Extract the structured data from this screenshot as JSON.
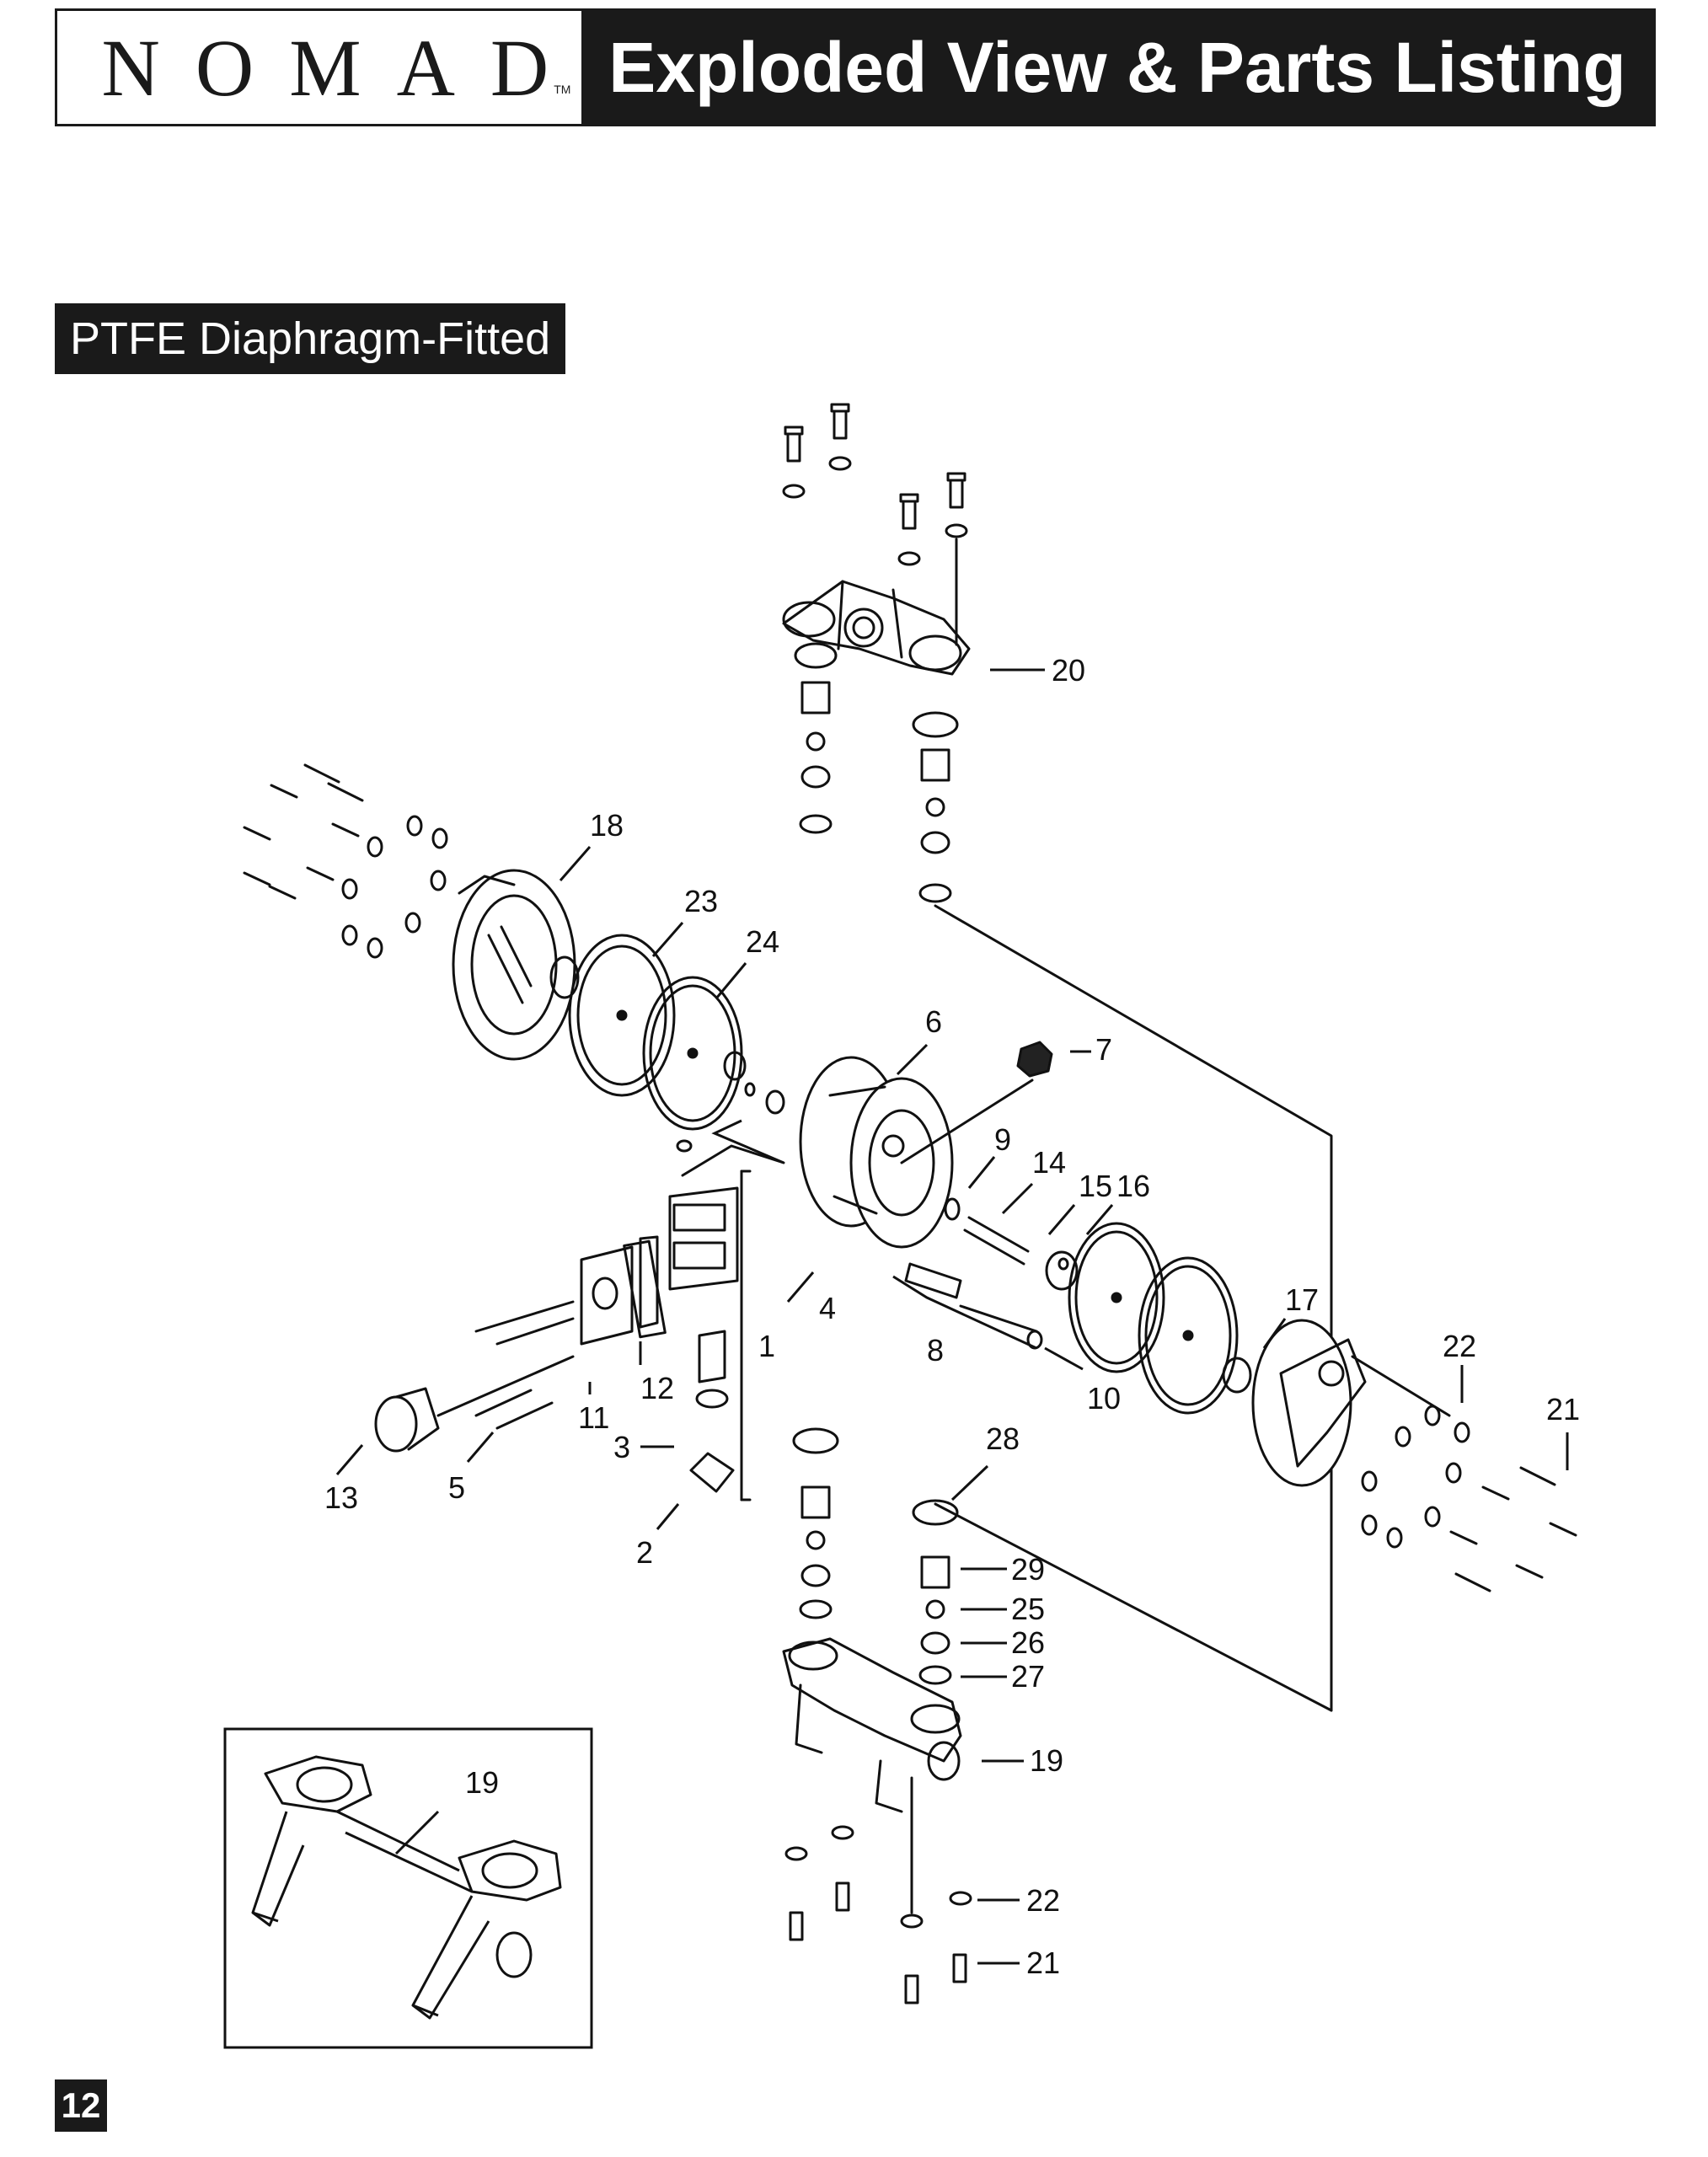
{
  "header": {
    "brand": "NOMAD",
    "trademark": "TM",
    "title": "Exploded View & Parts Listing"
  },
  "section": {
    "label": "PTFE Diaphragm-Fitted"
  },
  "callouts": {
    "c1": "1",
    "c2": "2",
    "c3": "3",
    "c4": "4",
    "c5": "5",
    "c6": "6",
    "c7": "7",
    "c8": "8",
    "c9": "9",
    "c10": "10",
    "c11": "11",
    "c12": "12",
    "c13": "13",
    "c14": "14",
    "c15": "15",
    "c16": "16",
    "c17": "17",
    "c18": "18",
    "c19": "19",
    "c20": "20",
    "c21": "21",
    "c22": "22",
    "c23": "23",
    "c24": "24",
    "c25": "25",
    "c26": "26",
    "c27": "27",
    "c28": "28",
    "c29": "29"
  },
  "inset": {
    "label": "19"
  },
  "page": {
    "number": "12"
  }
}
